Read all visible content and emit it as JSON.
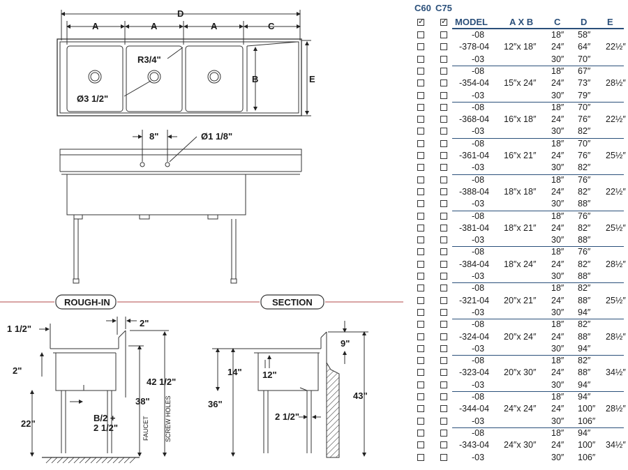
{
  "drawing": {
    "top_dims": {
      "d": "D",
      "a1": "A",
      "a2": "A",
      "a3": "A",
      "c": "C",
      "b": "B",
      "e": "E"
    },
    "radius": "R3/4\"",
    "drain": "Ø3 1/2\"",
    "faucet_spacing": "8\"",
    "faucet_hole": "Ø1 1/8\"",
    "rough_in_label": "ROUGH-IN",
    "section_label": "SECTION",
    "rough": {
      "flange": "1 1/2\"",
      "splash": "2\"",
      "rim": "2\"",
      "height_42": "42 1/2\"",
      "height_38": "38\"",
      "drain_height": "22\"",
      "b_half_1": "B/2 +",
      "b_half_2": "2 1/2\"",
      "faucet_vertical": "FAUCET",
      "screw_vertical": "SCREW HOLES"
    },
    "section": {
      "backsplash": "9\"",
      "bowl_depth": "14\"",
      "water_level": "12\"",
      "floor_height": "36\"",
      "total_height": "43\"",
      "leg_offset": "2 1/2\""
    }
  },
  "table": {
    "col_c60": "C60",
    "col_c75": "C75",
    "headers": {
      "model": "MODEL",
      "axb": "A X B",
      "c": "C",
      "d": "D",
      "e": "E"
    },
    "groups": [
      {
        "model": "-378-04",
        "axb": "12″x 18″",
        "e": "22½″",
        "rows": [
          {
            "suffix": "-08",
            "c": "18″",
            "d": "58″"
          },
          {
            "suffix": "",
            "c": "24″",
            "d": "64″"
          },
          {
            "suffix": "-03",
            "c": "30″",
            "d": "70″"
          }
        ]
      },
      {
        "model": "-354-04",
        "axb": "15″x 24″",
        "e": "28½″",
        "rows": [
          {
            "suffix": "-08",
            "c": "18″",
            "d": "67″"
          },
          {
            "suffix": "",
            "c": "24″",
            "d": "73″"
          },
          {
            "suffix": "-03",
            "c": "30″",
            "d": "79″"
          }
        ]
      },
      {
        "model": "-368-04",
        "axb": "16″x 18″",
        "e": "22½″",
        "rows": [
          {
            "suffix": "-08",
            "c": "18″",
            "d": "70″"
          },
          {
            "suffix": "",
            "c": "24″",
            "d": "76″"
          },
          {
            "suffix": "-03",
            "c": "30″",
            "d": "82″"
          }
        ]
      },
      {
        "model": "-361-04",
        "axb": "16″x 21″",
        "e": "25½″",
        "rows": [
          {
            "suffix": "-08",
            "c": "18″",
            "d": "70″"
          },
          {
            "suffix": "",
            "c": "24″",
            "d": "76″"
          },
          {
            "suffix": "-03",
            "c": "30″",
            "d": "82″"
          }
        ]
      },
      {
        "model": "-388-04",
        "axb": "18″x 18″",
        "e": "22½″",
        "rows": [
          {
            "suffix": "-08",
            "c": "18″",
            "d": "76″"
          },
          {
            "suffix": "",
            "c": "24″",
            "d": "82″"
          },
          {
            "suffix": "-03",
            "c": "30″",
            "d": "88″"
          }
        ]
      },
      {
        "model": "-381-04",
        "axb": "18″x 21″",
        "e": "25½″",
        "rows": [
          {
            "suffix": "-08",
            "c": "18″",
            "d": "76″"
          },
          {
            "suffix": "",
            "c": "24″",
            "d": "82″"
          },
          {
            "suffix": "-03",
            "c": "30″",
            "d": "88″"
          }
        ]
      },
      {
        "model": "-384-04",
        "axb": "18″x 24″",
        "e": "28½″",
        "rows": [
          {
            "suffix": "-08",
            "c": "18″",
            "d": "76″"
          },
          {
            "suffix": "",
            "c": "24″",
            "d": "82″"
          },
          {
            "suffix": "-03",
            "c": "30″",
            "d": "88″"
          }
        ]
      },
      {
        "model": "-321-04",
        "axb": "20″x 21″",
        "e": "25½″",
        "rows": [
          {
            "suffix": "-08",
            "c": "18″",
            "d": "82″"
          },
          {
            "suffix": "",
            "c": "24″",
            "d": "88″"
          },
          {
            "suffix": "-03",
            "c": "30″",
            "d": "94″"
          }
        ]
      },
      {
        "model": "-324-04",
        "axb": "20″x 24″",
        "e": "28½″",
        "rows": [
          {
            "suffix": "-08",
            "c": "18″",
            "d": "82″"
          },
          {
            "suffix": "",
            "c": "24″",
            "d": "88″"
          },
          {
            "suffix": "-03",
            "c": "30″",
            "d": "94″"
          }
        ]
      },
      {
        "model": "-323-04",
        "axb": "20″x 30″",
        "e": "34½″",
        "rows": [
          {
            "suffix": "-08",
            "c": "18″",
            "d": "82″"
          },
          {
            "suffix": "",
            "c": "24″",
            "d": "88″"
          },
          {
            "suffix": "-03",
            "c": "30″",
            "d": "94″"
          }
        ]
      },
      {
        "model": "-344-04",
        "axb": "24″x 24″",
        "e": "28½″",
        "rows": [
          {
            "suffix": "-08",
            "c": "18″",
            "d": "94″"
          },
          {
            "suffix": "",
            "c": "24″",
            "d": "100″"
          },
          {
            "suffix": "-03",
            "c": "30″",
            "d": "106″"
          }
        ]
      },
      {
        "model": "-343-04",
        "axb": "24″x 30″",
        "e": "34½″",
        "rows": [
          {
            "suffix": "-08",
            "c": "18″",
            "d": "94″"
          },
          {
            "suffix": "",
            "c": "24″",
            "d": "100″"
          },
          {
            "suffix": "-03",
            "c": "30″",
            "d": "106″"
          }
        ]
      }
    ]
  },
  "colors": {
    "header_blue": "#2a4f7a",
    "line_red": "#b04a4a"
  }
}
